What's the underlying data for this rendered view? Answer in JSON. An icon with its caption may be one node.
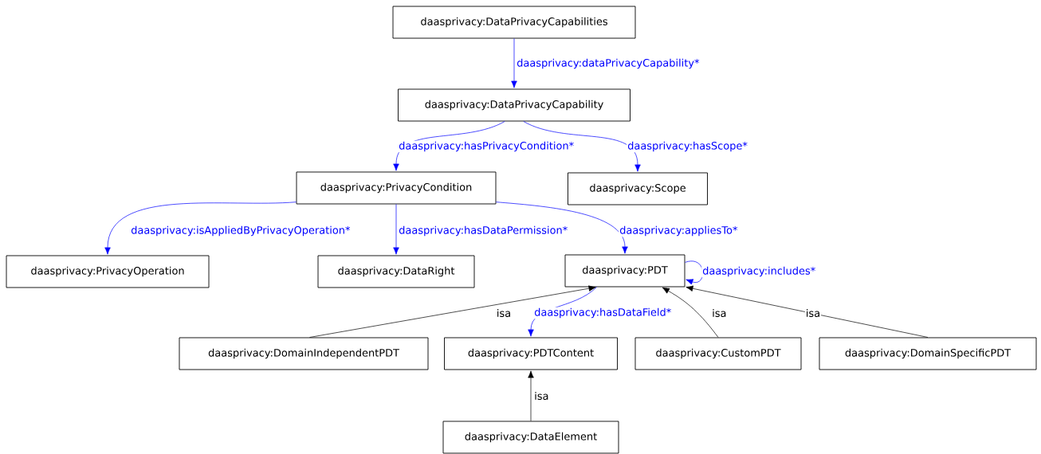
{
  "diagram": {
    "nodes": [
      {
        "text": [
          "daasprivacy:DataPrivacyCapabilities"
        ]
      },
      {
        "text": [
          "daasprivacy:DataPrivacyCapability"
        ]
      },
      {
        "text": [
          "daasprivacy:PrivacyCondition"
        ]
      },
      {
        "text": [
          "daasprivacy:Scope"
        ]
      },
      {
        "text": [
          "daasprivacy:PrivacyOperation"
        ]
      },
      {
        "text": [
          "daasprivacy:DataRight"
        ]
      },
      {
        "text": [
          "daasprivacy:PDT"
        ]
      },
      {
        "text": [
          "daasprivacy:DomainIndependentPDT"
        ]
      },
      {
        "text": [
          "daasprivacy:PDTContent"
        ]
      },
      {
        "text": [
          "daasprivacy:CustomPDT"
        ]
      },
      {
        "text": [
          "daasprivacy:DomainSpecificPDT"
        ]
      },
      {
        "text": [
          "daasprivacy:DataElement"
        ]
      }
    ],
    "edges": [
      {
        "from": 0,
        "to": 1,
        "arrow": "to",
        "label": "daasprivacy:dataPrivacyCapability*"
      },
      {
        "from": 1,
        "to": 2,
        "arrow": "to",
        "label": "daasprivacy:hasPrivacyCondition*"
      },
      {
        "from": 1,
        "to": 3,
        "arrow": "to",
        "label": "daasprivacy:hasScope*"
      },
      {
        "from": 2,
        "to": 4,
        "arrow": "to",
        "label": "daasprivacy:isAppliedByPrivacyOperation*"
      },
      {
        "from": 2,
        "to": 5,
        "arrow": "to",
        "label": "daasprivacy:hasDataPermission*"
      },
      {
        "from": 2,
        "to": 6,
        "arrow": "to",
        "label": "daasprivacy:appliesTo*"
      },
      {
        "from": 6,
        "to": 6,
        "arrow": "to",
        "label": "daasprivacy:includes*"
      },
      {
        "from": 7,
        "to": 6,
        "arrow": "to",
        "label": "isa",
        "color": "#000000"
      },
      {
        "from": 6,
        "to": 8,
        "arrow": "to",
        "label": "daasprivacy:hasDataField*"
      },
      {
        "from": 9,
        "to": 6,
        "arrow": "to",
        "label": "isa",
        "color": "#000000"
      },
      {
        "from": 10,
        "to": 6,
        "arrow": "to",
        "label": "isa",
        "color": "#000000"
      },
      {
        "from": 11,
        "to": 8,
        "arrow": "to",
        "label": "isa",
        "color": "#000000"
      }
    ]
  }
}
